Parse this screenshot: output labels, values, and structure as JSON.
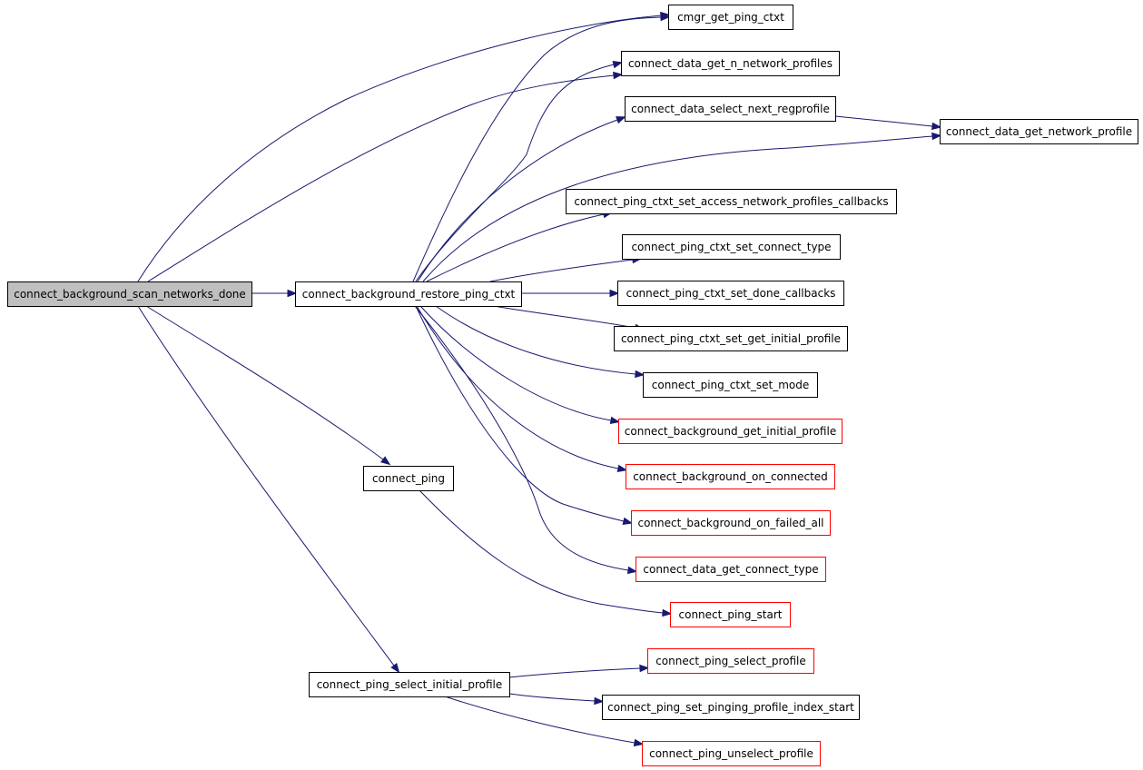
{
  "colors": {
    "edge": "#191970",
    "root_fill": "#bfbfbf",
    "node_fill": "#ffffff",
    "node_border": "#000000",
    "truncated_border": "#ff0000"
  },
  "nodes": {
    "root": {
      "label": "connect_background_scan_networks_done",
      "style": "root"
    },
    "restore": {
      "label": "connect_background_restore_ping_ctxt",
      "style": "normal"
    },
    "ping": {
      "label": "connect_ping",
      "style": "normal"
    },
    "select_initial": {
      "label": "connect_ping_select_initial_profile",
      "style": "normal"
    },
    "cmgr": {
      "label": "cmgr_get_ping_ctxt",
      "style": "normal"
    },
    "get_n": {
      "label": "connect_data_get_n_network_profiles",
      "style": "normal"
    },
    "select_next": {
      "label": "connect_data_select_next_regprofile",
      "style": "normal"
    },
    "get_network": {
      "label": "connect_data_get_network_profile",
      "style": "normal"
    },
    "set_access": {
      "label": "connect_ping_ctxt_set_access_network_profiles_callbacks",
      "style": "normal"
    },
    "set_connect_type": {
      "label": "connect_ping_ctxt_set_connect_type",
      "style": "normal"
    },
    "set_done": {
      "label": "connect_ping_ctxt_set_done_callbacks",
      "style": "normal"
    },
    "set_get_initial": {
      "label": "connect_ping_ctxt_set_get_initial_profile",
      "style": "normal"
    },
    "set_mode": {
      "label": "connect_ping_ctxt_set_mode",
      "style": "normal"
    },
    "bg_get_initial": {
      "label": "connect_background_get_initial_profile",
      "style": "truncated"
    },
    "bg_on_connected": {
      "label": "connect_background_on_connected",
      "style": "truncated"
    },
    "bg_failed_all": {
      "label": "connect_background_on_failed_all",
      "style": "truncated"
    },
    "get_connect_type": {
      "label": "connect_data_get_connect_type",
      "style": "truncated"
    },
    "ping_start": {
      "label": "connect_ping_start",
      "style": "truncated"
    },
    "select_profile": {
      "label": "connect_ping_select_profile",
      "style": "truncated"
    },
    "set_pinging": {
      "label": "connect_ping_set_pinging_profile_index_start",
      "style": "normal"
    },
    "unselect": {
      "label": "connect_ping_unselect_profile",
      "style": "truncated"
    }
  },
  "edges": [
    [
      "root",
      "cmgr"
    ],
    [
      "root",
      "get_n"
    ],
    [
      "root",
      "restore"
    ],
    [
      "root",
      "ping"
    ],
    [
      "root",
      "select_initial"
    ],
    [
      "restore",
      "cmgr"
    ],
    [
      "restore",
      "get_n"
    ],
    [
      "restore",
      "select_next"
    ],
    [
      "restore",
      "get_network"
    ],
    [
      "restore",
      "set_access"
    ],
    [
      "restore",
      "set_connect_type"
    ],
    [
      "restore",
      "set_done"
    ],
    [
      "restore",
      "set_get_initial"
    ],
    [
      "restore",
      "set_mode"
    ],
    [
      "restore",
      "bg_get_initial"
    ],
    [
      "restore",
      "bg_on_connected"
    ],
    [
      "restore",
      "bg_failed_all"
    ],
    [
      "restore",
      "get_connect_type"
    ],
    [
      "select_next",
      "get_network"
    ],
    [
      "ping",
      "ping_start"
    ],
    [
      "select_initial",
      "select_profile"
    ],
    [
      "select_initial",
      "set_pinging"
    ],
    [
      "select_initial",
      "unselect"
    ]
  ]
}
